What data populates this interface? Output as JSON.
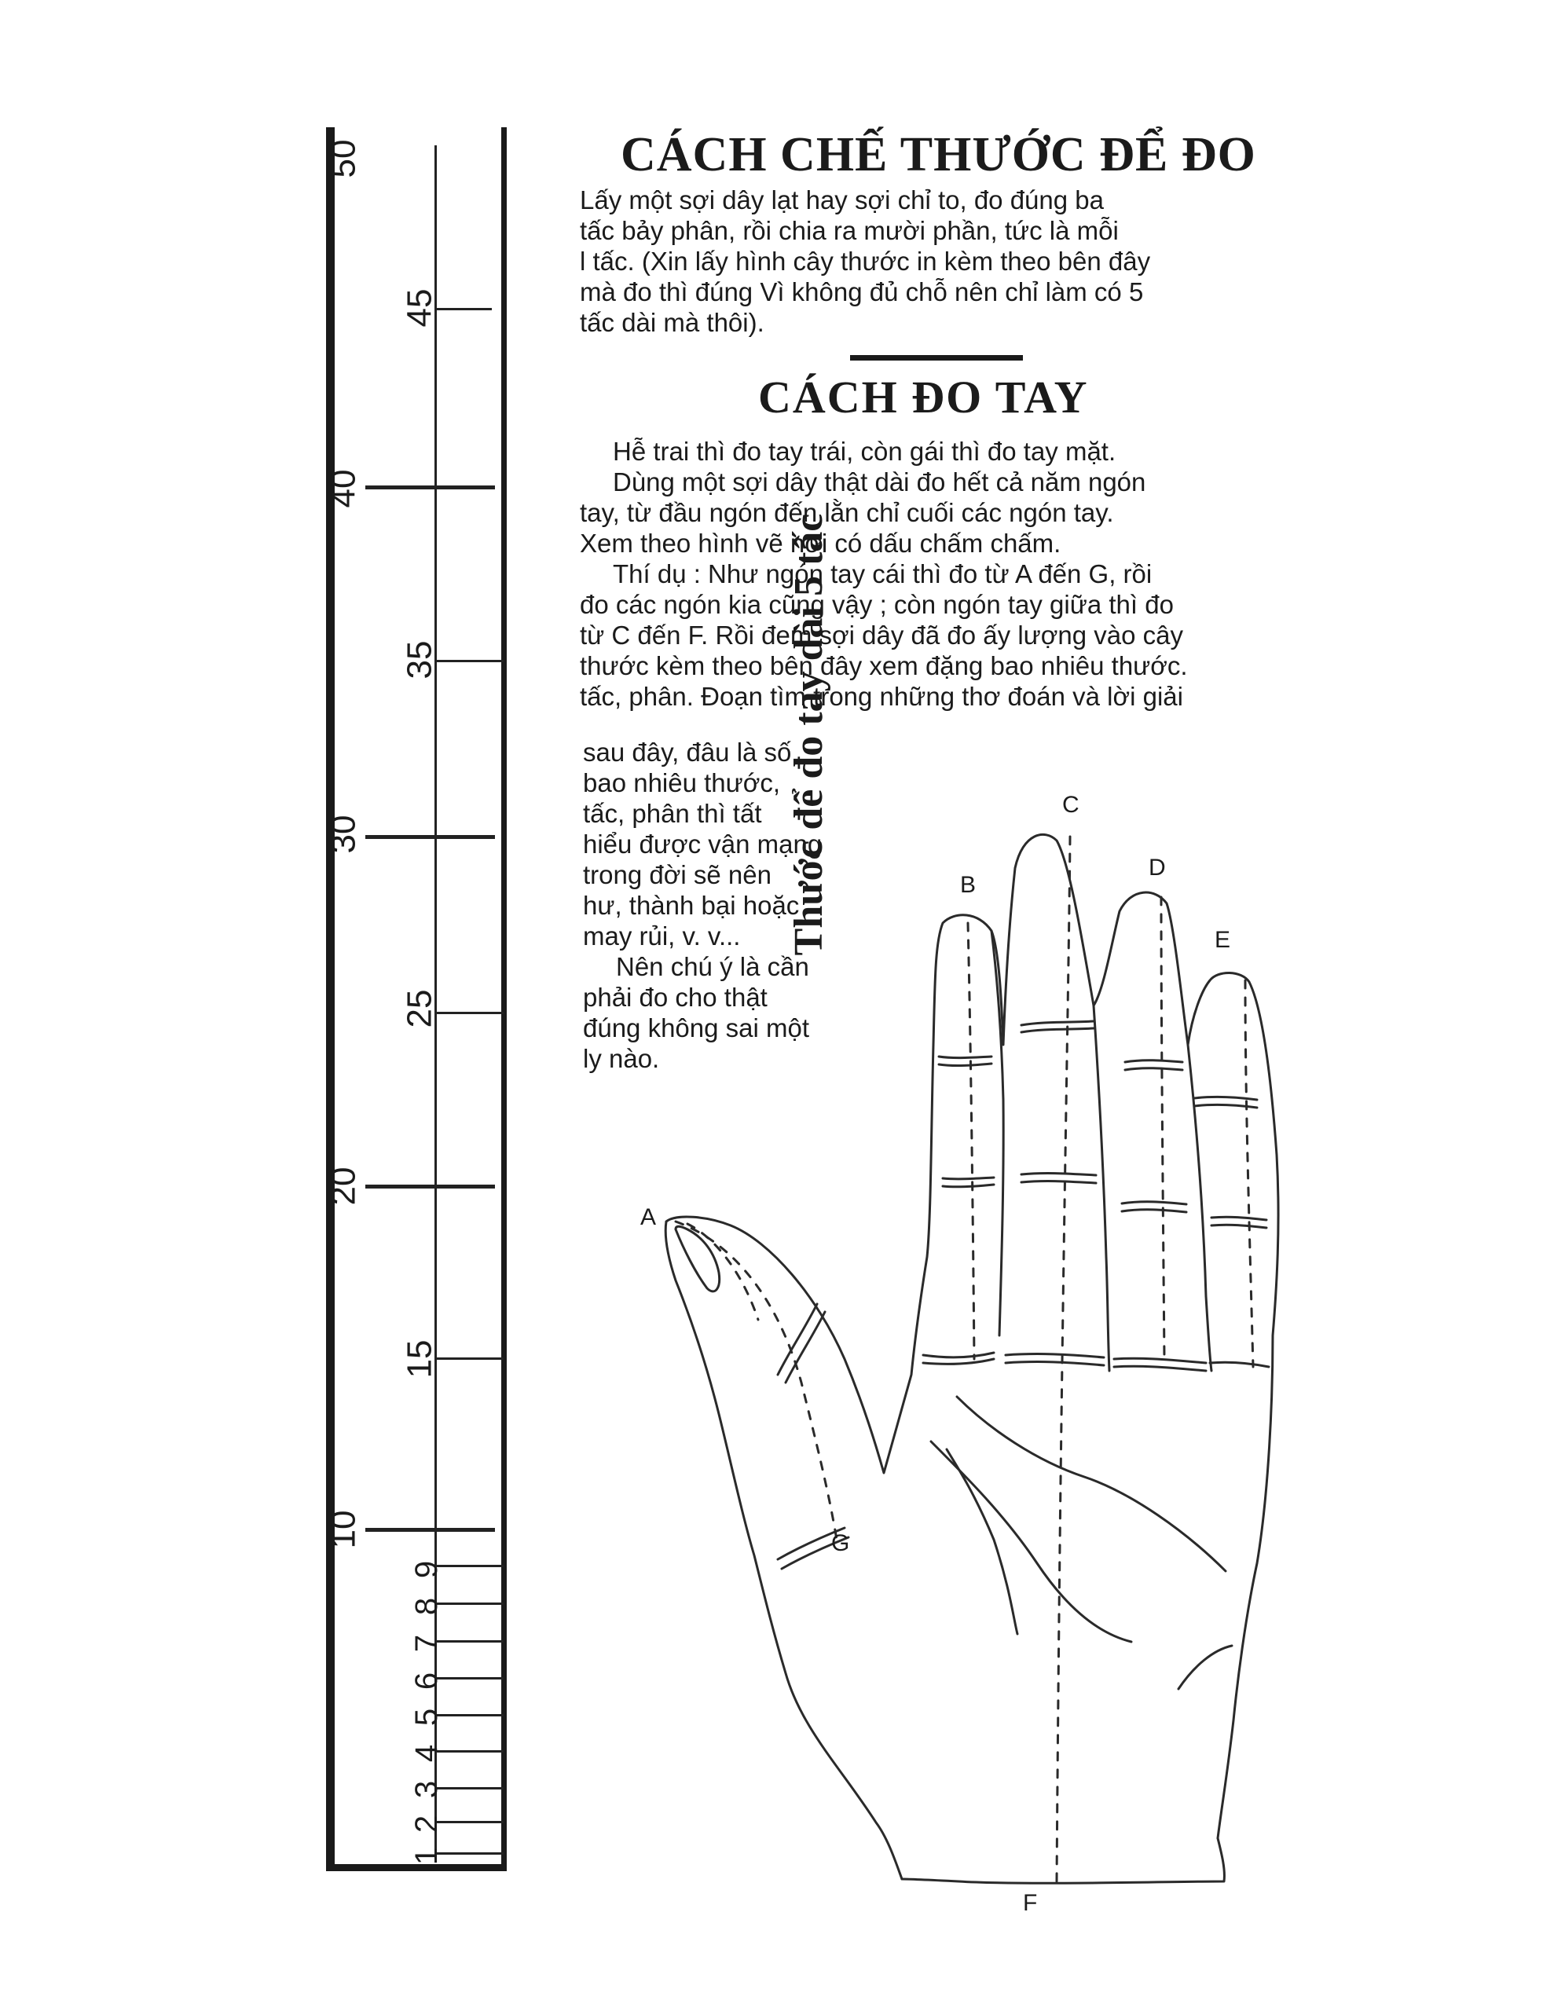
{
  "ruler": {
    "numbers": [
      "50",
      "45",
      "40",
      "35",
      "30",
      "25",
      "20",
      "15",
      "10",
      "9",
      "8",
      "7",
      "6",
      "5",
      "4",
      "3",
      "2",
      "1"
    ],
    "title": "Thước để đo tay dài 5 tấc"
  },
  "section1": {
    "heading": "CÁCH CHẾ THƯỚC ĐỂ ĐO",
    "lines": [
      "Lấy một sợi  dây lạt hay  sợi chỉ  to, đo đúng ba",
      "tấc bảy phân, rồi chia ra mười  phần,  tức là  mỗi",
      "l tấc. (Xin  lấy hình cây thước in kèm theo bên  đây",
      "mà đo thì đúng  Vì không đủ chỗ nên chỉ làm có 5",
      "tấc dài  mà  thôi)."
    ]
  },
  "section2": {
    "heading": "CÁCH  ĐO TAY",
    "lines": [
      "Hễ trai thì đo tay trái, còn gái thì đo tay mặt.",
      "Dùng một sợi dây thật dài đo hết  cả  năm  ngón",
      "tay, từ đầu ngón đến lằn chỉ  cuối  các  ngón  tay.",
      "Xem theo hình vẽ nơi có dấu chấm chấm.",
      "Thí dụ : Như  ngón tay cái thì đo từ A đến G,  rồi",
      "đo các ngón kia cũng vậy ; còn ngón tay giữa thì đo",
      "từ C đến F. Rồi đem sợi dây đã đo ấy lượng vào cây",
      "thước kèm theo bên đây  xem đặng bao nhiêu thước.",
      "tấc, phân. Đoạn tìm trong những thơ đoán và lời giải"
    ],
    "side_lines": [
      "sau đây, đâu  là số",
      "bao  nhiêu  thước,",
      "tấc,  phân  thì  tất",
      "hiểu được vận mạng",
      "trong đời   sẽ  nên",
      "hư, thành bại hoặc",
      "may rủi, v.  v...",
      "Nên chú ý là cần",
      "phải đo  cho  thật",
      "đúng không sai một",
      "ly  nào."
    ]
  },
  "hand_labels": {
    "A": "A",
    "B": "B",
    "C": "C",
    "D": "D",
    "E": "E",
    "F": "F",
    "G": "G"
  }
}
